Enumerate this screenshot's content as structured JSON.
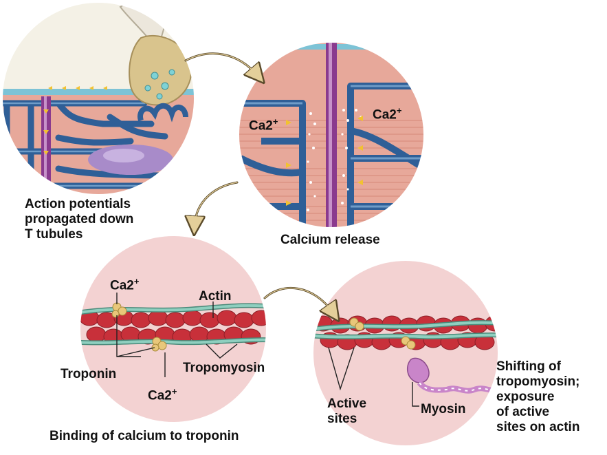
{
  "panels": {
    "p1": {
      "label": "Action potentials\npropagated down\nT tubules"
    },
    "p2": {
      "label": "Calcium release",
      "ca_left": "Ca2",
      "ca_right": "Ca2",
      "sup": "+"
    },
    "p3": {
      "label": "Binding of calcium to troponin",
      "ca_top": "Ca2",
      "ca_bottom": "Ca2",
      "sup": "+",
      "actin": "Actin",
      "troponin": "Troponin",
      "tropomyosin": "Tropomyosin"
    },
    "p4": {
      "label": "Shifting of\ntropomyosin;\nexposure\nof active\nsites on actin",
      "active_sites": "Active\nsites",
      "myosin": "Myosin"
    }
  },
  "colors": {
    "muscle_bg": "#e7a89a",
    "tubule_blue": "#2f5f97",
    "t_tubule_purple": "#8a3a8e",
    "actin_red": "#c8303a",
    "tropomyosin": "#8fcfbf",
    "troponin": "#e8c77a",
    "circle_pink": "#f3d2d2",
    "myosin": "#c985c9"
  }
}
